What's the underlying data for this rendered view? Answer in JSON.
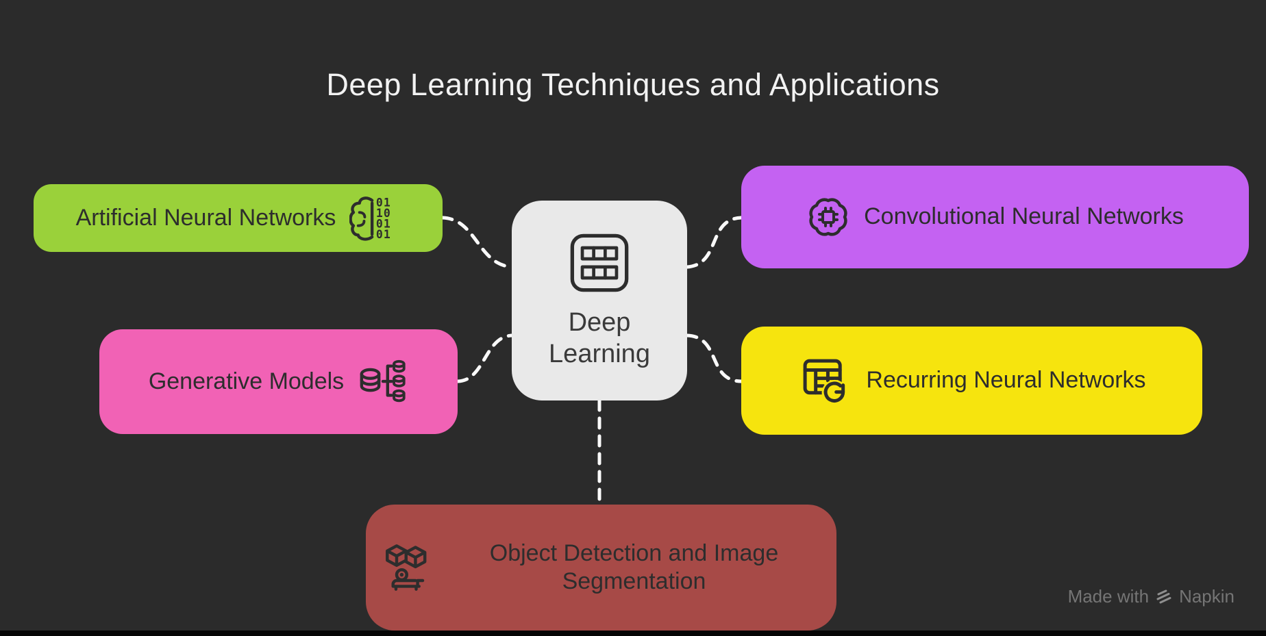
{
  "title": {
    "text": "Deep Learning Techniques and Applications",
    "color": "#f2f2f2"
  },
  "center_node": {
    "label": "Deep Learning",
    "icon": "grid-layers-icon",
    "bg": "#e9e9e9",
    "text_color": "#3a3a3a"
  },
  "nodes": {
    "ann": {
      "label": "Artificial Neural Networks",
      "icon": "brain-binary-icon",
      "bg": "#9ad13a",
      "text_color": "#2d2d2d",
      "icon_side": "right"
    },
    "cnn": {
      "label": "Convolutional Neural Networks",
      "icon": "brain-chip-icon",
      "bg": "#c462f2",
      "text_color": "#2d2d2d",
      "icon_side": "left"
    },
    "gen": {
      "label": "Generative Models",
      "icon": "database-branch-icon",
      "bg": "#f162b5",
      "text_color": "#2d2d2d",
      "icon_side": "right"
    },
    "rnn": {
      "label": "Recurring Neural Networks",
      "icon": "table-refresh-icon",
      "bg": "#f6e40e",
      "text_color": "#2d2d2d",
      "icon_side": "left"
    },
    "obj": {
      "label": "Object Detection and Image Segmentation",
      "icon": "cubes-camera-icon",
      "bg": "#a74a47",
      "text_color": "#2d2d2d",
      "icon_side": "left"
    }
  },
  "connectors": {
    "color": "#fafafa",
    "style": "dashed",
    "links": [
      "ann -> center",
      "gen -> center",
      "center -> cnn",
      "center -> rnn",
      "center -> obj"
    ]
  },
  "watermark": {
    "prefix": "Made with",
    "brand": "Napkin",
    "text_color": "#757575",
    "logo_color": "#8f8f8f"
  },
  "canvas": {
    "background": "#2b2b2b",
    "bottom_strip": "#050505"
  }
}
